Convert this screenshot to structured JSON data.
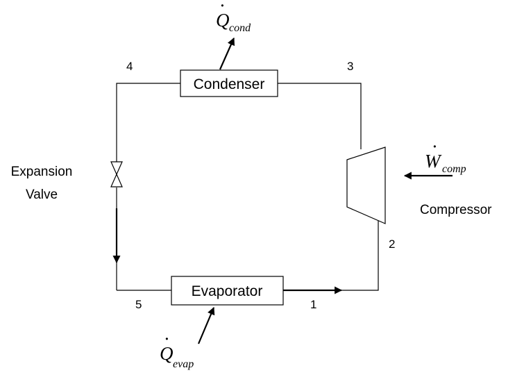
{
  "components": {
    "condenser": "Condenser",
    "evaporator": "Evaporator",
    "compressor": "Compressor",
    "expansion_valve_line1": "Expansion",
    "expansion_valve_line2": "Valve"
  },
  "states": {
    "s1": "1",
    "s2": "2",
    "s3": "3",
    "s4": "4",
    "s5": "5"
  },
  "energy": {
    "q_cond": {
      "symbol": "Q",
      "sub": "cond"
    },
    "q_evap": {
      "symbol": "Q",
      "sub": "evap"
    },
    "w_comp": {
      "symbol": "W",
      "sub": "comp"
    }
  }
}
